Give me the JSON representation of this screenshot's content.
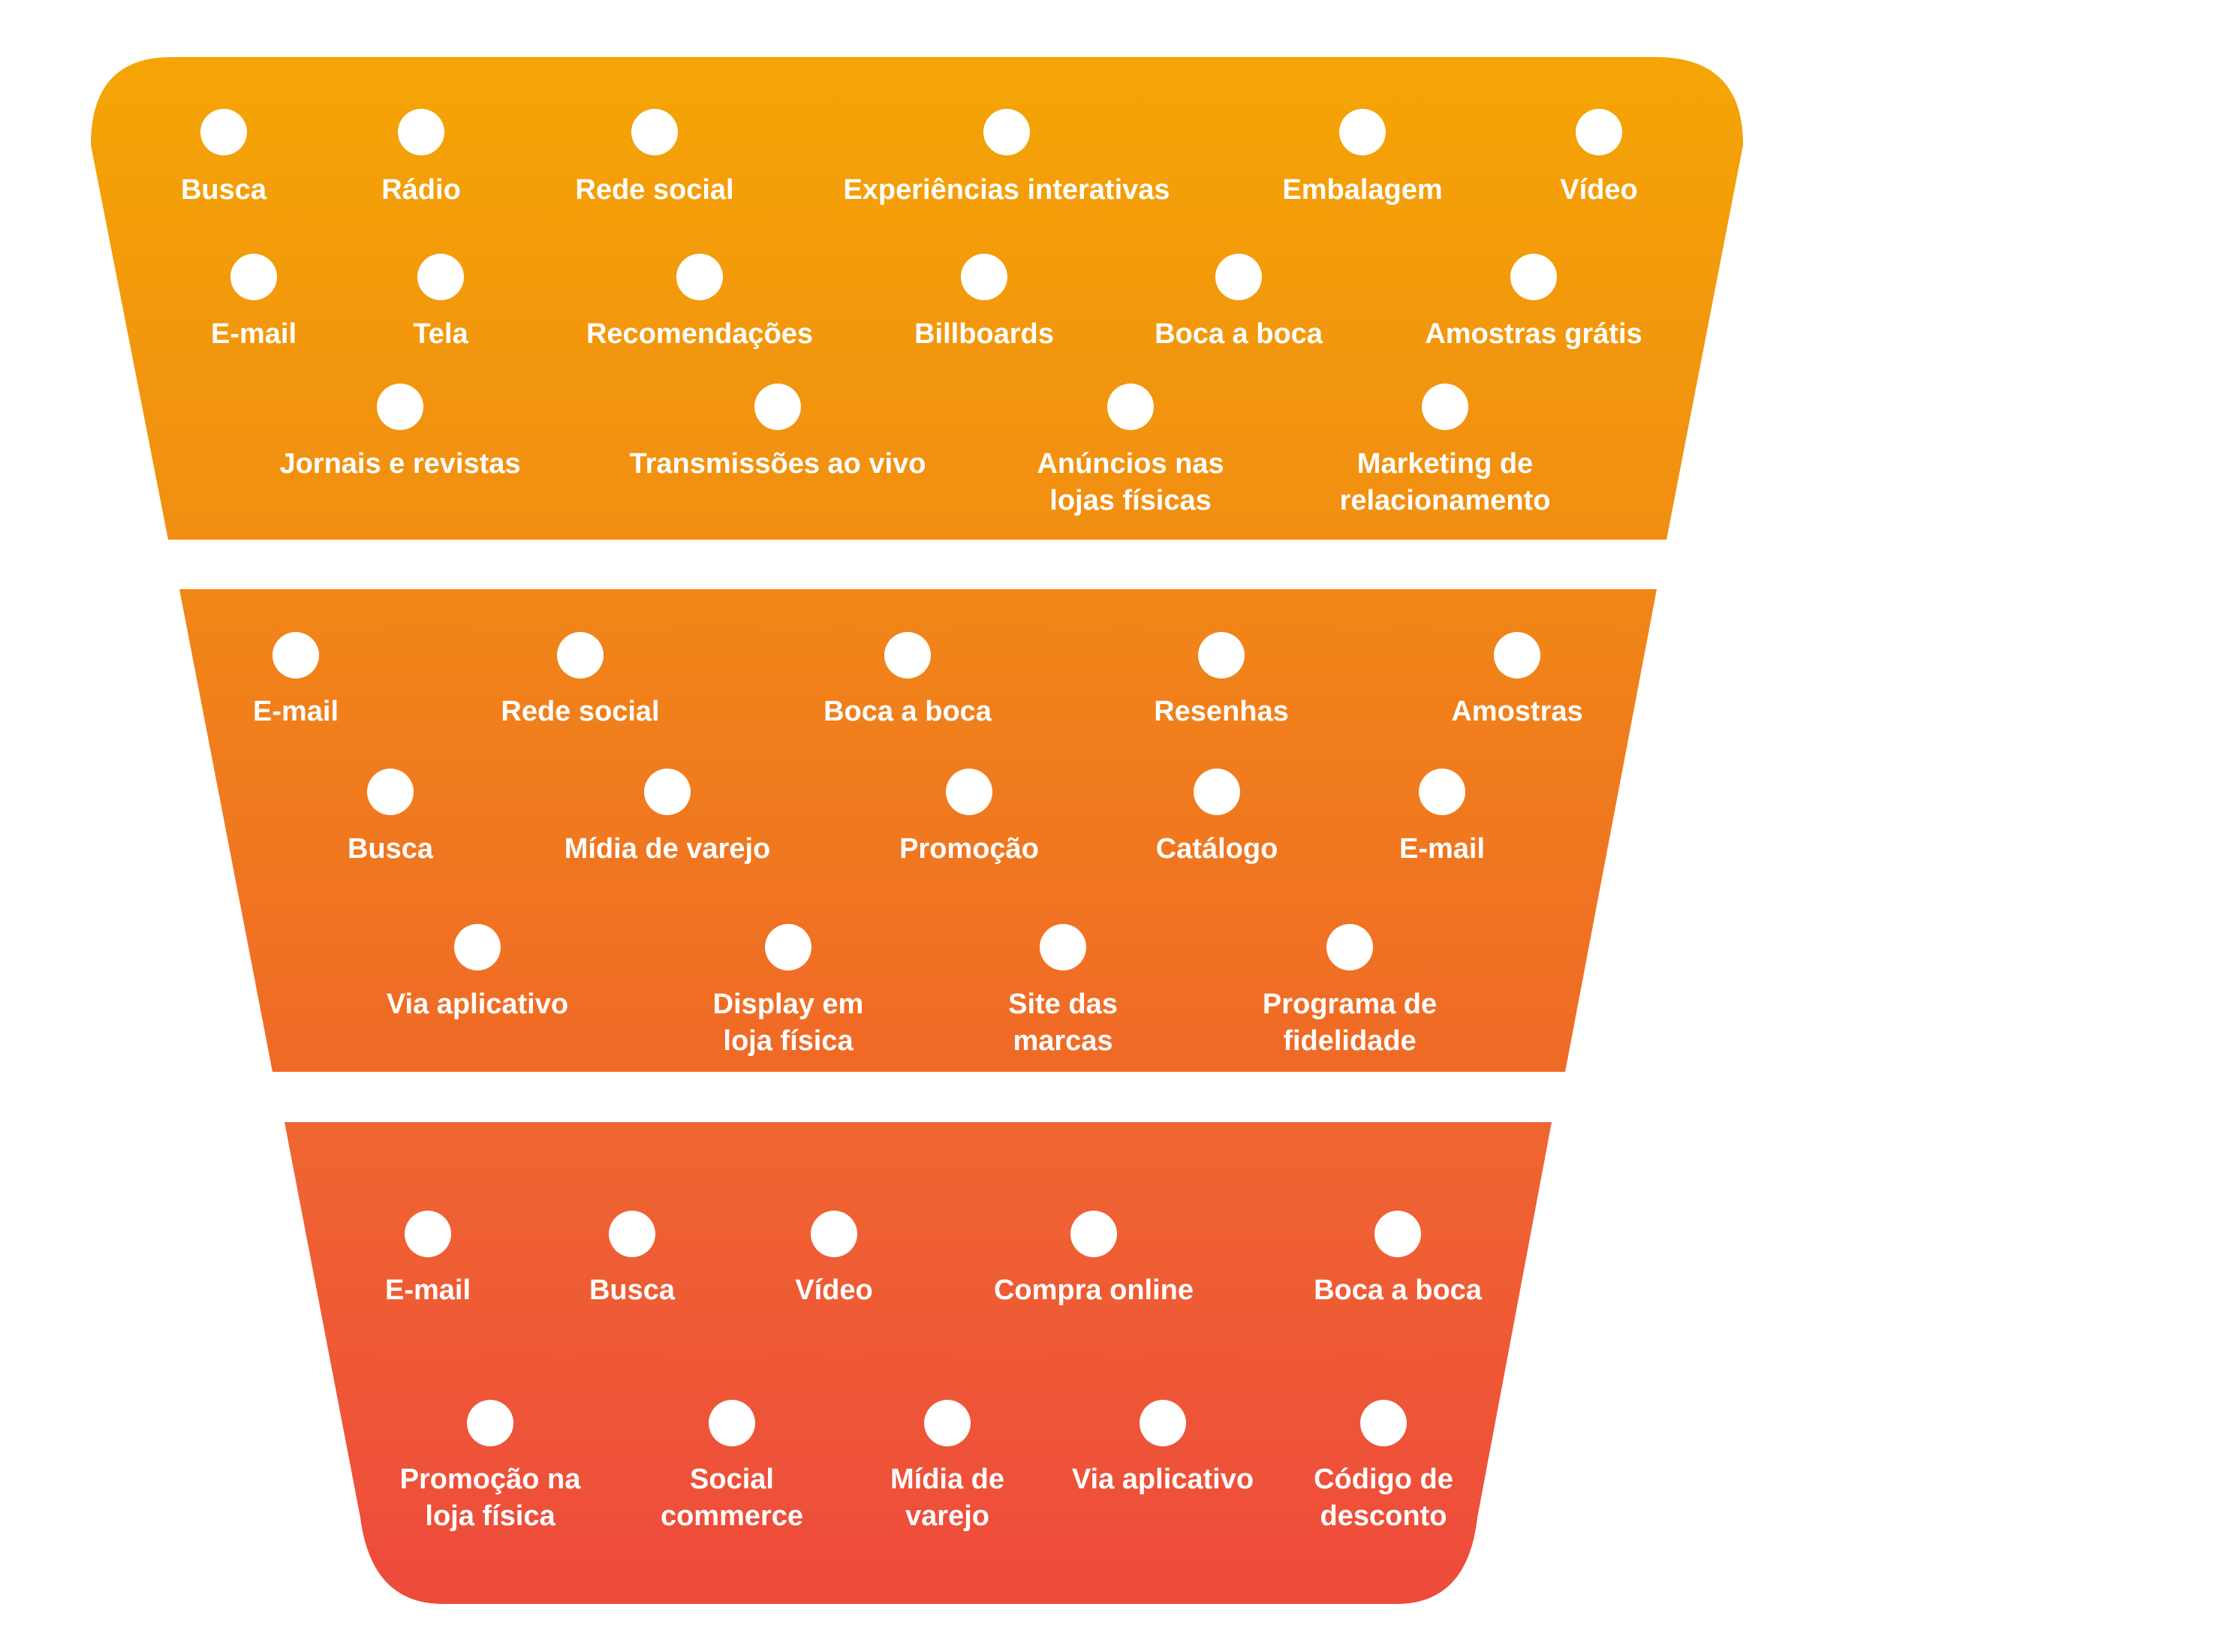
{
  "colors": {
    "stage1_top": "#F5A505",
    "stage1_bottom": "#F18E12",
    "stage2_top": "#F18717",
    "stage2_bottom": "#F06927",
    "stage3_top": "#EF6630",
    "stage3_bottom": "#EE4A3C",
    "dot": "#FFFFFF",
    "text": "#FFFFFF"
  },
  "stages": [
    {
      "rows": [
        [
          "Busca",
          "Rádio",
          "Rede social",
          "Experiências interativas",
          "Embalagem",
          "Vídeo"
        ],
        [
          "E-mail",
          "Tela",
          "Recomendações",
          "Billboards",
          "Boca a boca",
          "Amostras grátis"
        ],
        [
          [
            "Jornais e revistas"
          ],
          [
            "Transmissões ao vivo"
          ],
          [
            "Anúncios nas",
            "lojas físicas"
          ],
          [
            "Marketing de",
            "relacionamento"
          ]
        ]
      ]
    },
    {
      "rows": [
        [
          "E-mail",
          "Rede social",
          "Boca a boca",
          "Resenhas",
          "Amostras"
        ],
        [
          "Busca",
          "Mídia de varejo",
          "Promoção",
          "Catálogo",
          "E-mail"
        ],
        [
          [
            "Via aplicativo"
          ],
          [
            "Display em",
            "loja física"
          ],
          [
            "Site das",
            "marcas"
          ],
          [
            "Programa de",
            "fidelidade"
          ]
        ]
      ]
    },
    {
      "rows": [
        [
          "E-mail",
          "Busca",
          "Vídeo",
          "Compra online",
          "Boca a boca"
        ],
        [
          [
            "Promoção na",
            "loja física"
          ],
          [
            "Social",
            "commerce"
          ],
          [
            "Mídia de",
            "varejo"
          ],
          [
            "Via aplicativo"
          ],
          [
            "Código de",
            "desconto"
          ]
        ]
      ]
    }
  ]
}
